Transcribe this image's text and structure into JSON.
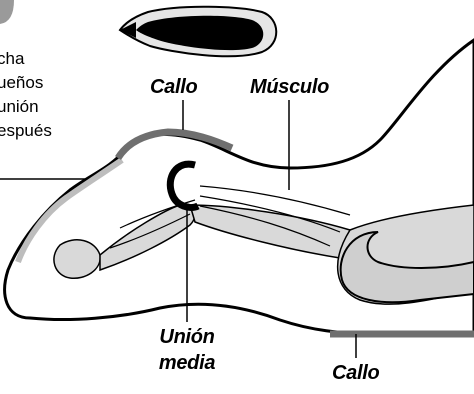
{
  "side_text": {
    "lines": [
      "cha",
      "ueños",
      "unión",
      "espués"
    ]
  },
  "labels": {
    "callo_top": "Callo",
    "musculo": "Músculo",
    "union_line1": "Unión",
    "union_line2": "media",
    "callo_bottom": "Callo"
  },
  "colors": {
    "outline": "#000000",
    "bone_gray": "#d0d0d0",
    "callus_gray": "#6f6f6f",
    "background": "#ffffff"
  }
}
